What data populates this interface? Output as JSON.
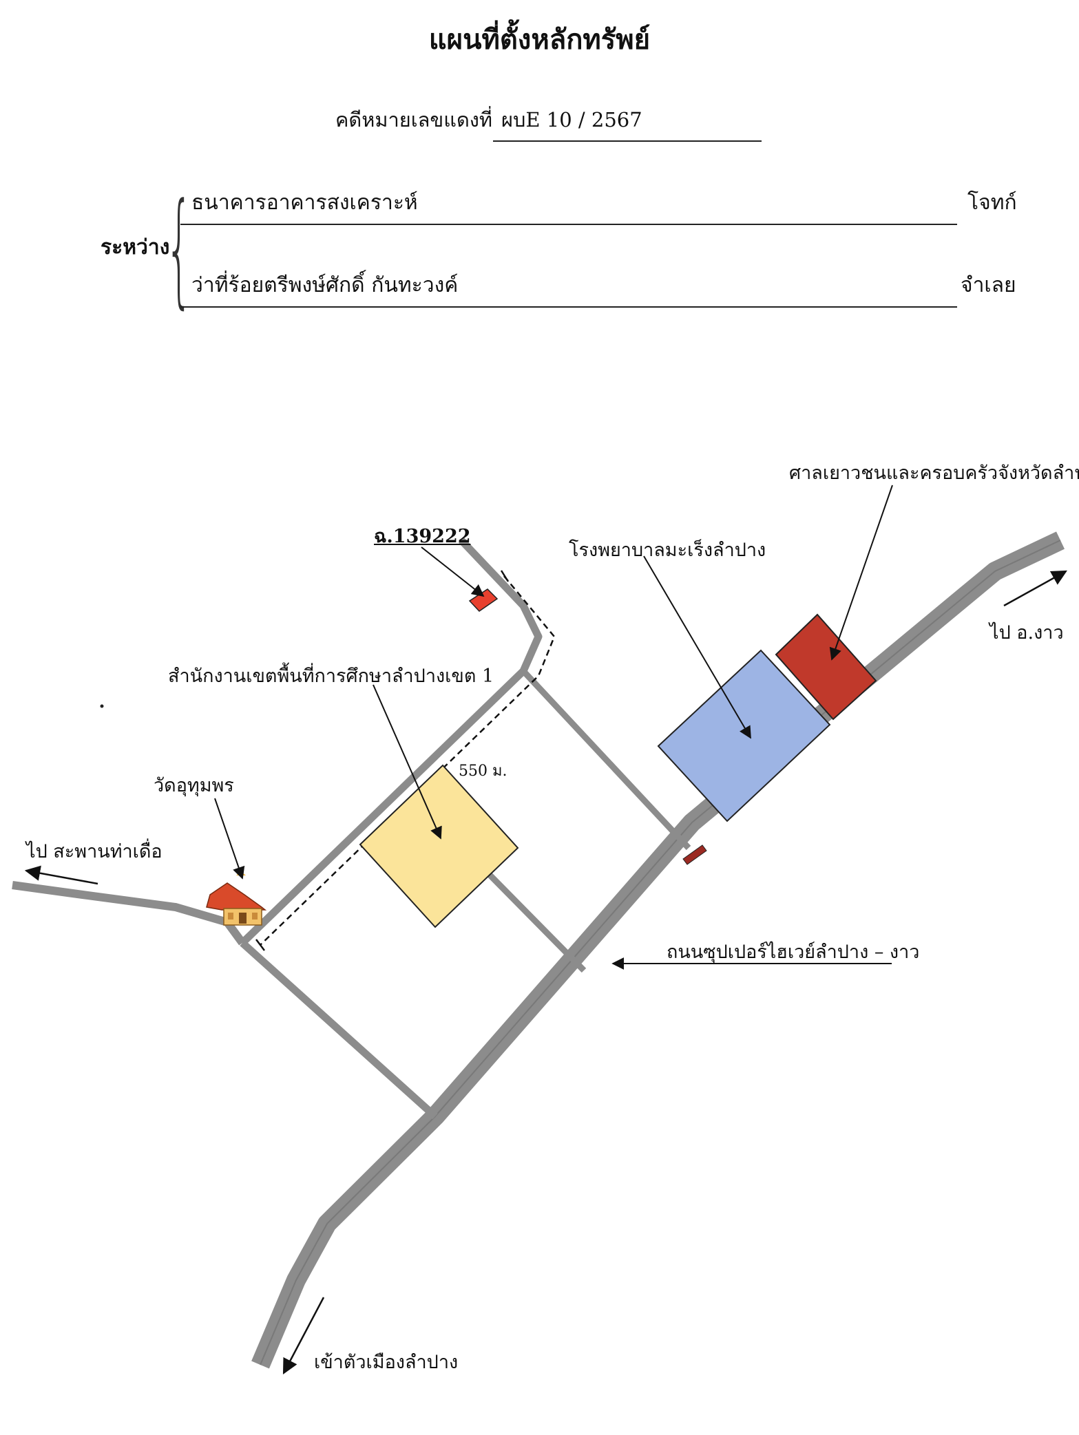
{
  "header": {
    "title": "แผนที่ตั้งหลักทรัพย์",
    "case_label": "คดีหมายเลขแดงที่",
    "case_number": "ผบE 10 / 2567"
  },
  "parties": {
    "between_label": "ระหว่าง",
    "plaintiff_name": "ธนาคารอาคารสงเคราะห์",
    "plaintiff_role": "โจทก์",
    "defendant_name": "ว่าที่ร้อยตรีพงษ์ศักดิ์  กันทะวงค์",
    "defendant_role": "จำเลย"
  },
  "map": {
    "labels": {
      "deed": "ฉ.139222",
      "court": "ศาลเยาวชนและครอบครัวจังหวัดลำปาง",
      "hospital": "โรงพยาบาลมะเร็งลำปาง",
      "to_ngao": "ไป อ.งาว",
      "education_office": "สำนักงานเขตพื้นที่การศึกษาลำปางเขต 1",
      "distance": "550 ม.",
      "temple": "วัดอุทุมพร",
      "to_bridge": "ไป สะพานท่าเดื่อ",
      "highway": "ถนนซุปเปอร์ไฮเวย์ลำปาง – งาว",
      "to_city": "เข้าตัวเมืองลำปาง"
    },
    "colors": {
      "road": "#8c8c8c",
      "property": "#e8412f",
      "court_building": "#c0392b",
      "hospital_building": "#9db4e4",
      "education_building": "#fbe49a",
      "gate": "#9b2a22"
    },
    "icons": {
      "temple": "temple-icon"
    }
  }
}
